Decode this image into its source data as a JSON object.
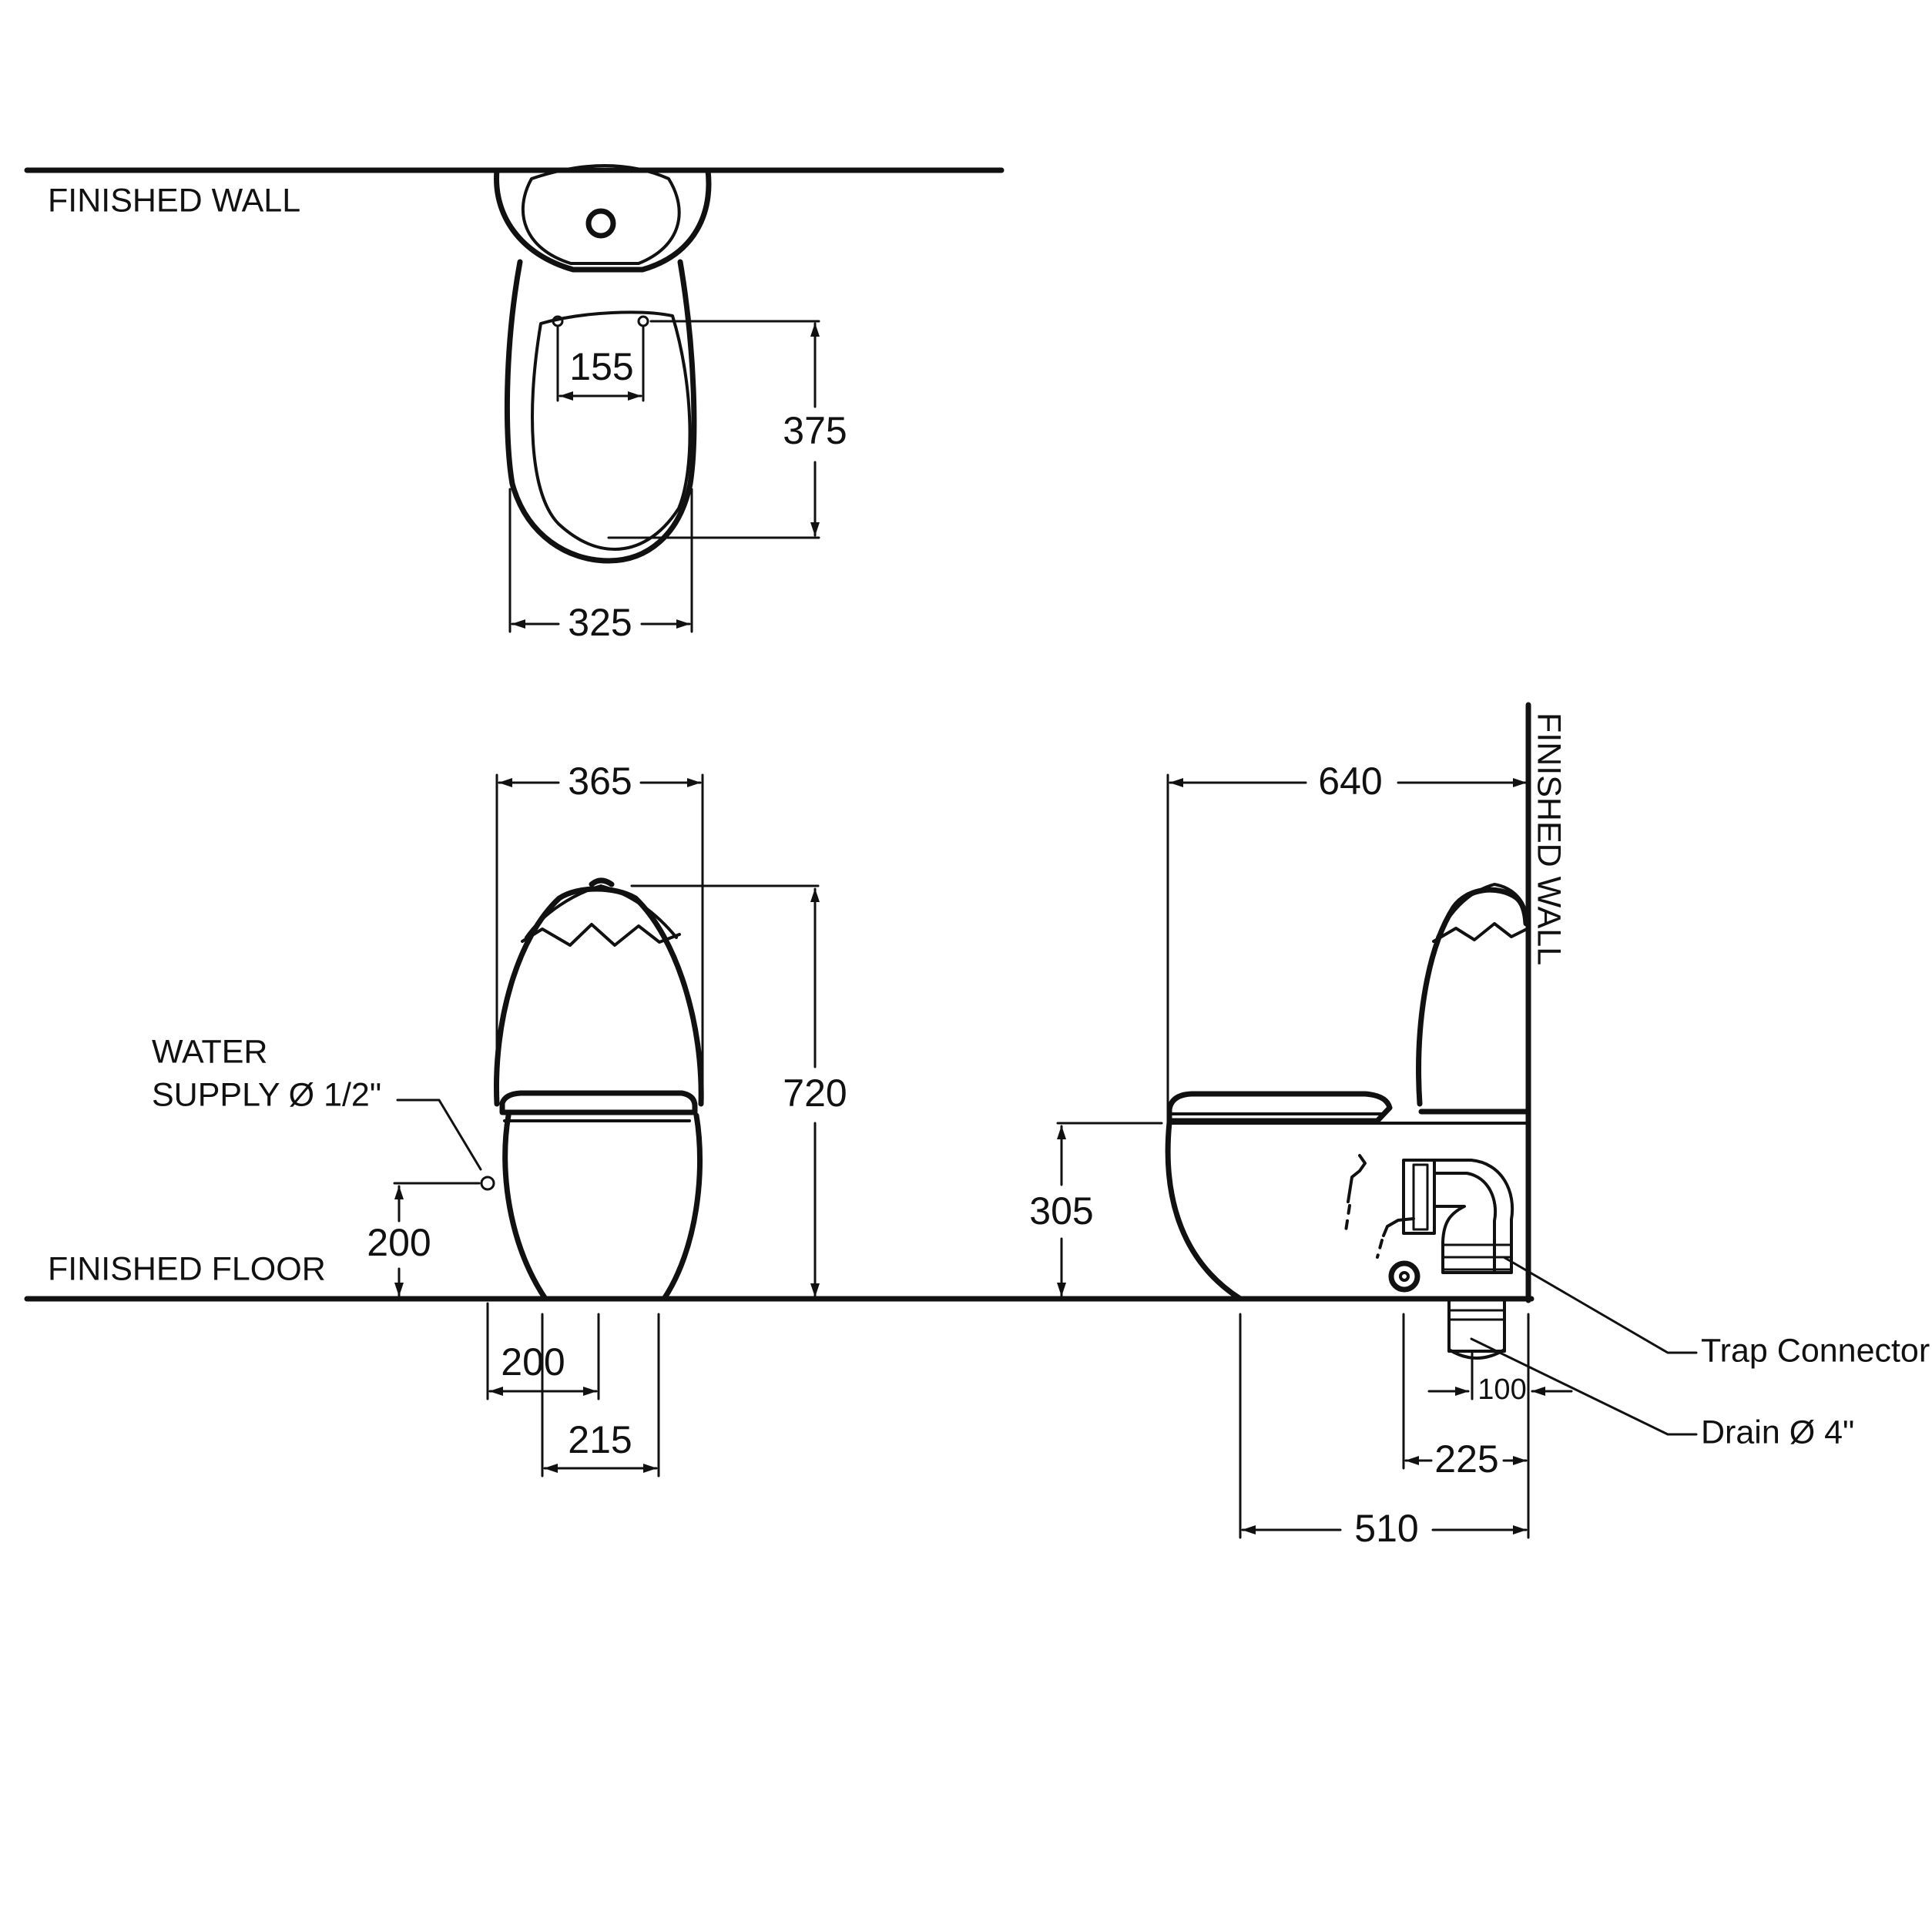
{
  "labels": {
    "finished_wall_top": "FINISHED WALL",
    "finished_wall_right": "FINISHED WALL",
    "finished_floor": "FINISHED FLOOR",
    "water_line_1": "WATER",
    "water_line_2": "SUPPLY Ø 1/2\"",
    "trap_connector": "Trap Connector",
    "drain": "Drain Ø 4\""
  },
  "dimensions": {
    "top_155": "155",
    "top_375": "375",
    "top_325": "325",
    "front_365": "365",
    "front_720": "720",
    "front_200_height": "200",
    "front_200_bottom": "200",
    "front_215": "215",
    "side_640": "640",
    "side_305": "305",
    "side_100": "100",
    "side_225": "225",
    "side_510": "510"
  }
}
